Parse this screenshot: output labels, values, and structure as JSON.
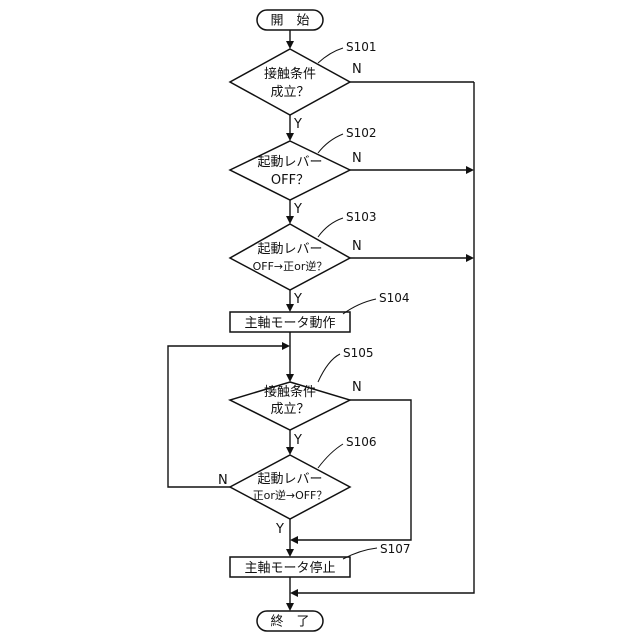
{
  "start": "開　始",
  "end": "終　了",
  "steps": {
    "s101": {
      "id": "S101",
      "line1": "接触条件",
      "line2": "成立？",
      "no": "N",
      "yes": "Y"
    },
    "s102": {
      "id": "S102",
      "line1": "起動レバー",
      "line2": "OFF？",
      "no": "N",
      "yes": "Y"
    },
    "s103": {
      "id": "S103",
      "line1": "起動レバー",
      "line2": "OFF→正or逆？",
      "no": "N",
      "yes": "Y"
    },
    "s104": {
      "id": "S104",
      "label": "主軸モータ動作"
    },
    "s105": {
      "id": "S105",
      "line1": "接触条件",
      "line2": "成立？",
      "no": "N",
      "yes": "Y"
    },
    "s106": {
      "id": "S106",
      "line1": "起動レバー",
      "line2": "正or逆→OFF？",
      "no": "N",
      "yes": "Y"
    },
    "s107": {
      "id": "S107",
      "label": "主軸モータ停止"
    }
  }
}
